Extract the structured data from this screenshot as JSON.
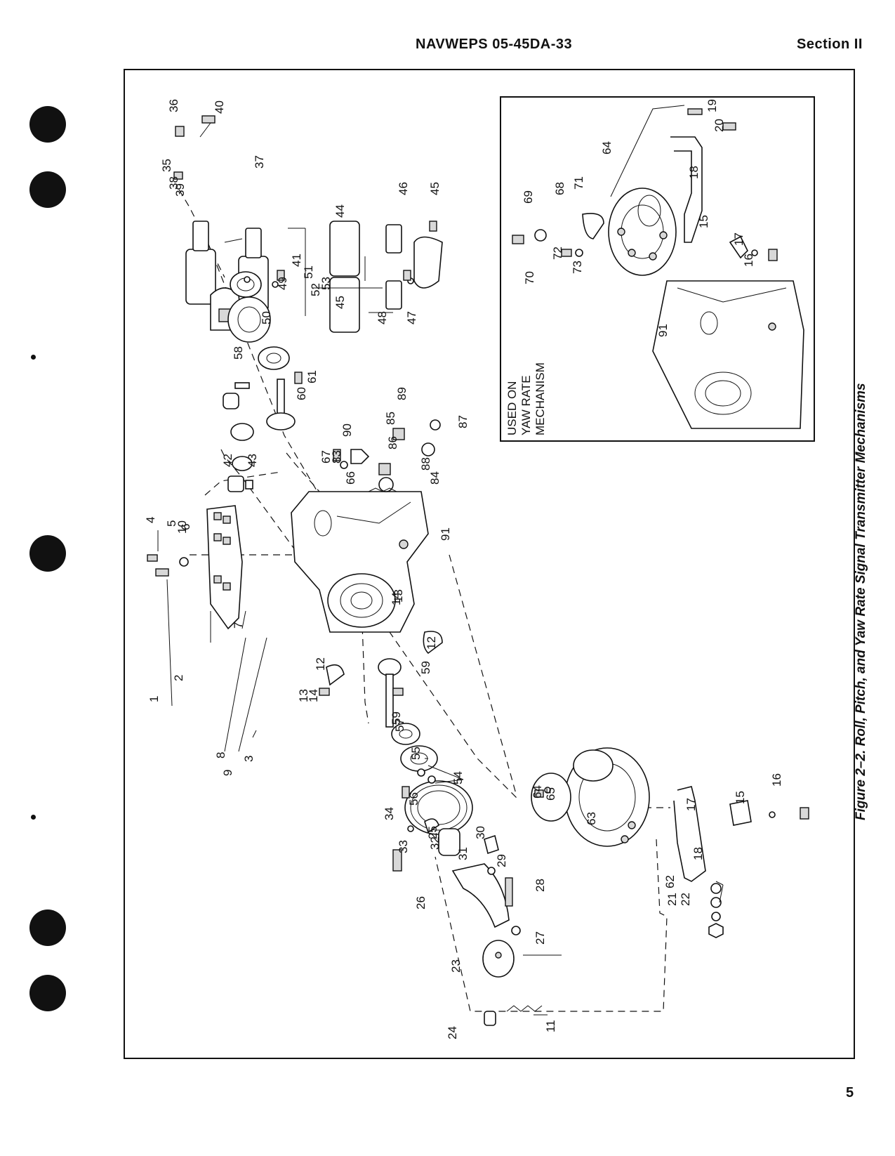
{
  "header": {
    "doc_id": "NAVWEPS 05-45DA-33",
    "section": "Section II"
  },
  "figure": {
    "caption": "Figure 2–2. Roll, Pitch, and Yaw Rate Signal Transmitter Mechanisms",
    "inset_note": [
      "USED ON",
      "YAW RATE",
      "MECHANISM"
    ]
  },
  "page_number": "5",
  "callouts": {
    "main": [
      "1",
      "2",
      "3",
      "4",
      "5",
      "6",
      "7",
      "8",
      "9",
      "10",
      "11",
      "12",
      "12",
      "13",
      "13",
      "14",
      "14",
      "15",
      "16",
      "17",
      "18",
      "21",
      "22",
      "23",
      "24",
      "25",
      "26",
      "27",
      "28",
      "29",
      "30",
      "31",
      "32",
      "33",
      "34",
      "35",
      "36",
      "37",
      "38",
      "39",
      "40",
      "41",
      "42",
      "43",
      "44",
      "45",
      "45",
      "46",
      "47",
      "48",
      "49",
      "50",
      "51",
      "52",
      "53",
      "54",
      "55",
      "56",
      "57",
      "58",
      "59",
      "59",
      "60",
      "61",
      "62",
      "63",
      "64",
      "65",
      "66",
      "67",
      "83",
      "84",
      "85",
      "86",
      "87",
      "88",
      "89",
      "90",
      "91"
    ],
    "inset": [
      "15",
      "16",
      "17",
      "18",
      "19",
      "20",
      "64",
      "68",
      "69",
      "70",
      "71",
      "72",
      "73",
      "91"
    ]
  }
}
